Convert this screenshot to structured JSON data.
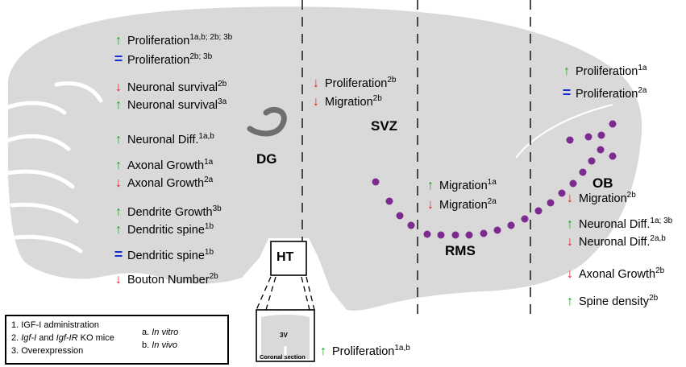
{
  "regions": {
    "dg": "DG",
    "svz": "SVZ",
    "rms": "RMS",
    "ob": "OB",
    "ht": "HT",
    "v3": "3V",
    "coronal": "Coronal section"
  },
  "dg_labels": [
    {
      "dir": "up",
      "text": "Proliferation",
      "sup": "1a,b; 2b; 3b"
    },
    {
      "dir": "eq",
      "text": "Proliferation",
      "sup": "2b; 3b"
    },
    {
      "dir": "down",
      "text": "Neuronal survival",
      "sup": "2b"
    },
    {
      "dir": "up",
      "text": "Neuronal survival",
      "sup": "3a"
    },
    {
      "dir": "up",
      "text": "Neuronal Diff.",
      "sup": "1a,b"
    },
    {
      "dir": "up",
      "text": "Axonal Growth",
      "sup": "1a"
    },
    {
      "dir": "down",
      "text": "Axonal Growth",
      "sup": "2a"
    },
    {
      "dir": "up",
      "text": "Dendrite Growth",
      "sup": "3b"
    },
    {
      "dir": "up",
      "text": "Dendritic spine",
      "sup": "1b"
    },
    {
      "dir": "eq",
      "text": "Dendritic spine",
      "sup": "1b"
    },
    {
      "dir": "down",
      "text": "Bouton Number",
      "sup": "2b"
    }
  ],
  "svz_labels": [
    {
      "dir": "down",
      "text": "Proliferation",
      "sup": "2b"
    },
    {
      "dir": "down",
      "text": "Migration",
      "sup": "2b"
    }
  ],
  "rms_labels": [
    {
      "dir": "up",
      "text": "Migration",
      "sup": "1a"
    },
    {
      "dir": "down",
      "text": "Migration",
      "sup": "2a"
    }
  ],
  "ob_top_labels": [
    {
      "dir": "up",
      "text": "Proliferation",
      "sup": "1a"
    },
    {
      "dir": "eq",
      "text": "Proliferation",
      "sup": "2a"
    }
  ],
  "ob_labels": [
    {
      "dir": "down",
      "text": "Migration",
      "sup": "2b"
    },
    {
      "dir": "up",
      "text": "Neuronal Diff.",
      "sup": "1a; 3b"
    },
    {
      "dir": "down",
      "text": "Neuronal Diff.",
      "sup": "2a,b"
    },
    {
      "dir": "down",
      "text": "Axonal Growth",
      "sup": "2b"
    },
    {
      "dir": "up",
      "text": "Spine density",
      "sup": "2b"
    }
  ],
  "ht_labels": [
    {
      "dir": "up",
      "text": "Proliferation",
      "sup": "1a,b"
    }
  ],
  "legend": {
    "item1": "1. IGF-I administration",
    "item2_prefix": "2. ",
    "item2_italic1": "Igf-I",
    "item2_mid": " and ",
    "item2_italic2": "Igf-IR",
    "item2_suffix": " KO mice",
    "item3": "3. Overexpression",
    "a_prefix": "a. ",
    "a_italic": "In vitro",
    "b_prefix": "b. ",
    "b_italic": "In vivo"
  },
  "colors": {
    "brain": "#d9d9d9",
    "up_arrow": "#18a018",
    "down_arrow": "#e02020",
    "equal": "#1530d0",
    "rms_dots": "#7b2a8f",
    "dg_curve": "#707070"
  }
}
